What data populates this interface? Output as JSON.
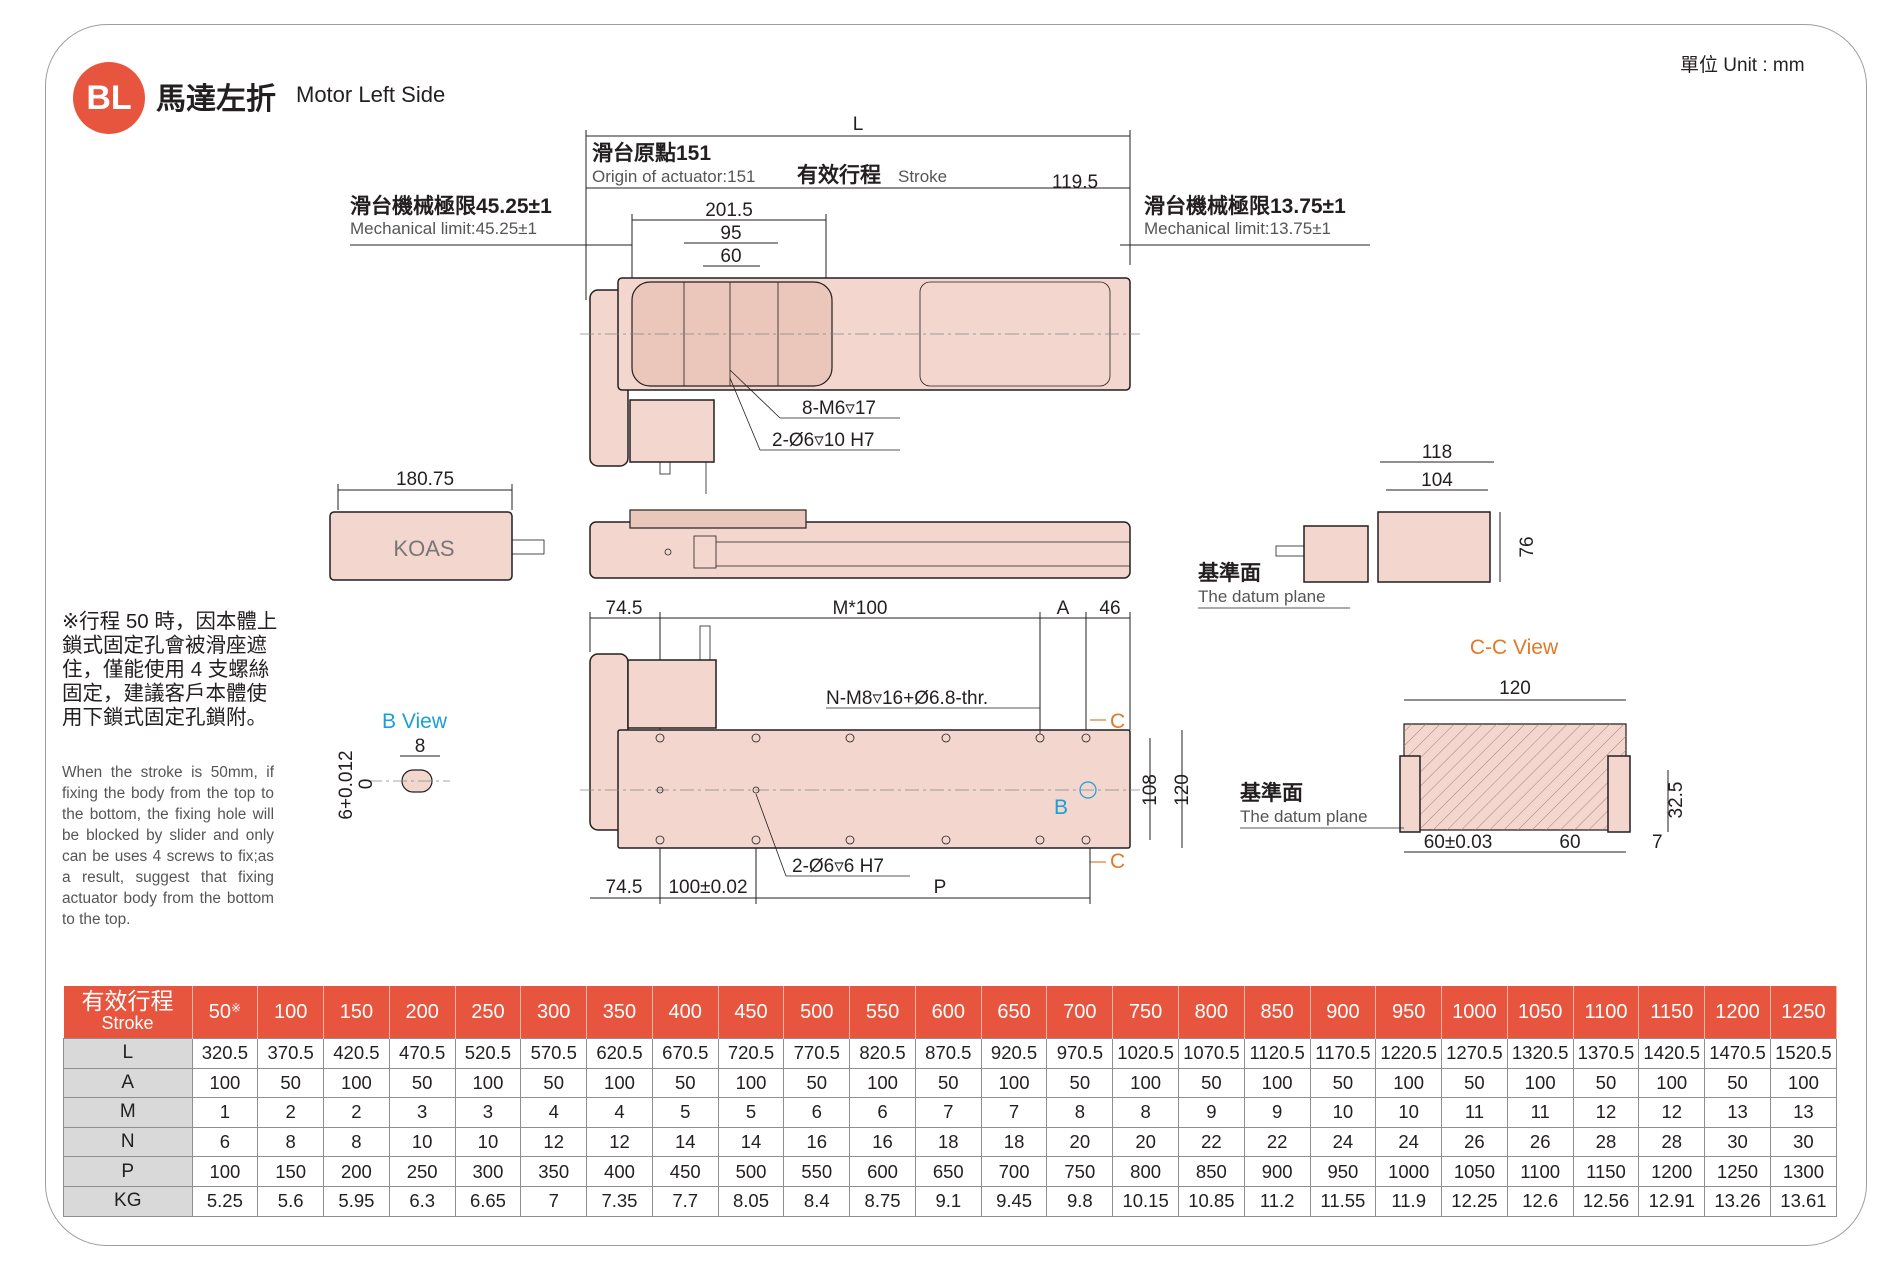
{
  "header": {
    "badge": "BL",
    "title_zh": "馬達左折",
    "title_en": "Motor Left Side",
    "unit": "單位 Unit : mm"
  },
  "note": {
    "zh": "※行程 50 時，因本體上鎖式固定孔會被滑座遮住，僅能使用 4 支螺絲固定，建議客戶本體使用下鎖式固定孔鎖附。",
    "en": "When the stroke is 50mm, if fixing the body from the top to the bottom, the fixing hole will be blocked by slider and only can be uses 4 screws to fix;as a result, suggest that fixing actuator body from the bottom to the top."
  },
  "drawing": {
    "dim_L": "L",
    "origin_zh": "滑台原點151",
    "origin_en": "Origin of actuator:151",
    "stroke_zh": "有效行程",
    "stroke_en": "Stroke",
    "dim_119_5": "119.5",
    "mech_left_zh": "滑台機械極限45.25±1",
    "mech_left_en": "Mechanical limit:45.25±1",
    "mech_right_zh": "滑台機械極限13.75±1",
    "mech_right_en": "Mechanical limit:13.75±1",
    "dim_201_5": "201.5",
    "dim_95": "95",
    "dim_60": "60",
    "callout_m6": "8-M6▿17",
    "callout_d6_10": "2-Ø6▿10 H7",
    "dim_180_75": "180.75",
    "logo": "KOAS",
    "dim_118": "118",
    "dim_104": "104",
    "dim_76": "76",
    "datum_zh": "基準面",
    "datum_en": "The datum plane",
    "dim_74_5_top": "74.5",
    "dim_M100": "M*100",
    "dim_A": "A",
    "dim_46": "46",
    "callout_m8": "N-M8▿16+Ø6.8-thr.",
    "section_c": "C",
    "b_marker": "B",
    "dim_108": "108",
    "dim_120_side": "120",
    "callout_d6_6": "2-Ø6▿6 H7",
    "dim_74_5_bottom": "74.5",
    "dim_100_002": "100±0.02",
    "dim_P": "P",
    "b_view_title": "B View",
    "dim_8": "8",
    "dim_6_0012": "6+0.012",
    "dim_0": "0",
    "cc_view_title": "C-C View",
    "dim_120_cc": "120",
    "datum_zh_cc": "基準面",
    "datum_en_cc": "The datum plane",
    "dim_32_5": "32.5",
    "dim_60_003": "60±0.03",
    "dim_60_cc": "60",
    "dim_7": "7"
  },
  "table": {
    "header_zh": "有效行程",
    "header_en": "Stroke",
    "strokes": [
      "50",
      "100",
      "150",
      "200",
      "250",
      "300",
      "350",
      "400",
      "450",
      "500",
      "550",
      "600",
      "650",
      "700",
      "750",
      "800",
      "850",
      "900",
      "950",
      "1000",
      "1050",
      "1100",
      "1150",
      "1200",
      "1250"
    ],
    "first_stroke_mark": "※",
    "rows": [
      {
        "label": "L",
        "values": [
          "320.5",
          "370.5",
          "420.5",
          "470.5",
          "520.5",
          "570.5",
          "620.5",
          "670.5",
          "720.5",
          "770.5",
          "820.5",
          "870.5",
          "920.5",
          "970.5",
          "1020.5",
          "1070.5",
          "1120.5",
          "1170.5",
          "1220.5",
          "1270.5",
          "1320.5",
          "1370.5",
          "1420.5",
          "1470.5",
          "1520.5"
        ]
      },
      {
        "label": "A",
        "values": [
          "100",
          "50",
          "100",
          "50",
          "100",
          "50",
          "100",
          "50",
          "100",
          "50",
          "100",
          "50",
          "100",
          "50",
          "100",
          "50",
          "100",
          "50",
          "100",
          "50",
          "100",
          "50",
          "100",
          "50",
          "100"
        ]
      },
      {
        "label": "M",
        "values": [
          "1",
          "2",
          "2",
          "3",
          "3",
          "4",
          "4",
          "5",
          "5",
          "6",
          "6",
          "7",
          "7",
          "8",
          "8",
          "9",
          "9",
          "10",
          "10",
          "11",
          "11",
          "12",
          "12",
          "13",
          "13"
        ]
      },
      {
        "label": "N",
        "values": [
          "6",
          "8",
          "8",
          "10",
          "10",
          "12",
          "12",
          "14",
          "14",
          "16",
          "16",
          "18",
          "18",
          "20",
          "20",
          "22",
          "22",
          "24",
          "24",
          "26",
          "26",
          "28",
          "28",
          "30",
          "30"
        ]
      },
      {
        "label": "P",
        "values": [
          "100",
          "150",
          "200",
          "250",
          "300",
          "350",
          "400",
          "450",
          "500",
          "550",
          "600",
          "650",
          "700",
          "750",
          "800",
          "850",
          "900",
          "950",
          "1000",
          "1050",
          "1100",
          "1150",
          "1200",
          "1250",
          "1300"
        ]
      },
      {
        "label": "KG",
        "values": [
          "5.25",
          "5.6",
          "5.95",
          "6.3",
          "6.65",
          "7",
          "7.35",
          "7.7",
          "8.05",
          "8.4",
          "8.75",
          "9.1",
          "9.45",
          "9.8",
          "10.15",
          "10.85",
          "11.2",
          "11.55",
          "11.9",
          "12.25",
          "12.6",
          "12.56",
          "12.91",
          "13.26",
          "13.61"
        ]
      }
    ]
  },
  "colors": {
    "accent": "#e8553e",
    "body_fill": "#f3d6cd",
    "blue_label": "#1a9fd6",
    "orange_label": "#e07a2a"
  }
}
